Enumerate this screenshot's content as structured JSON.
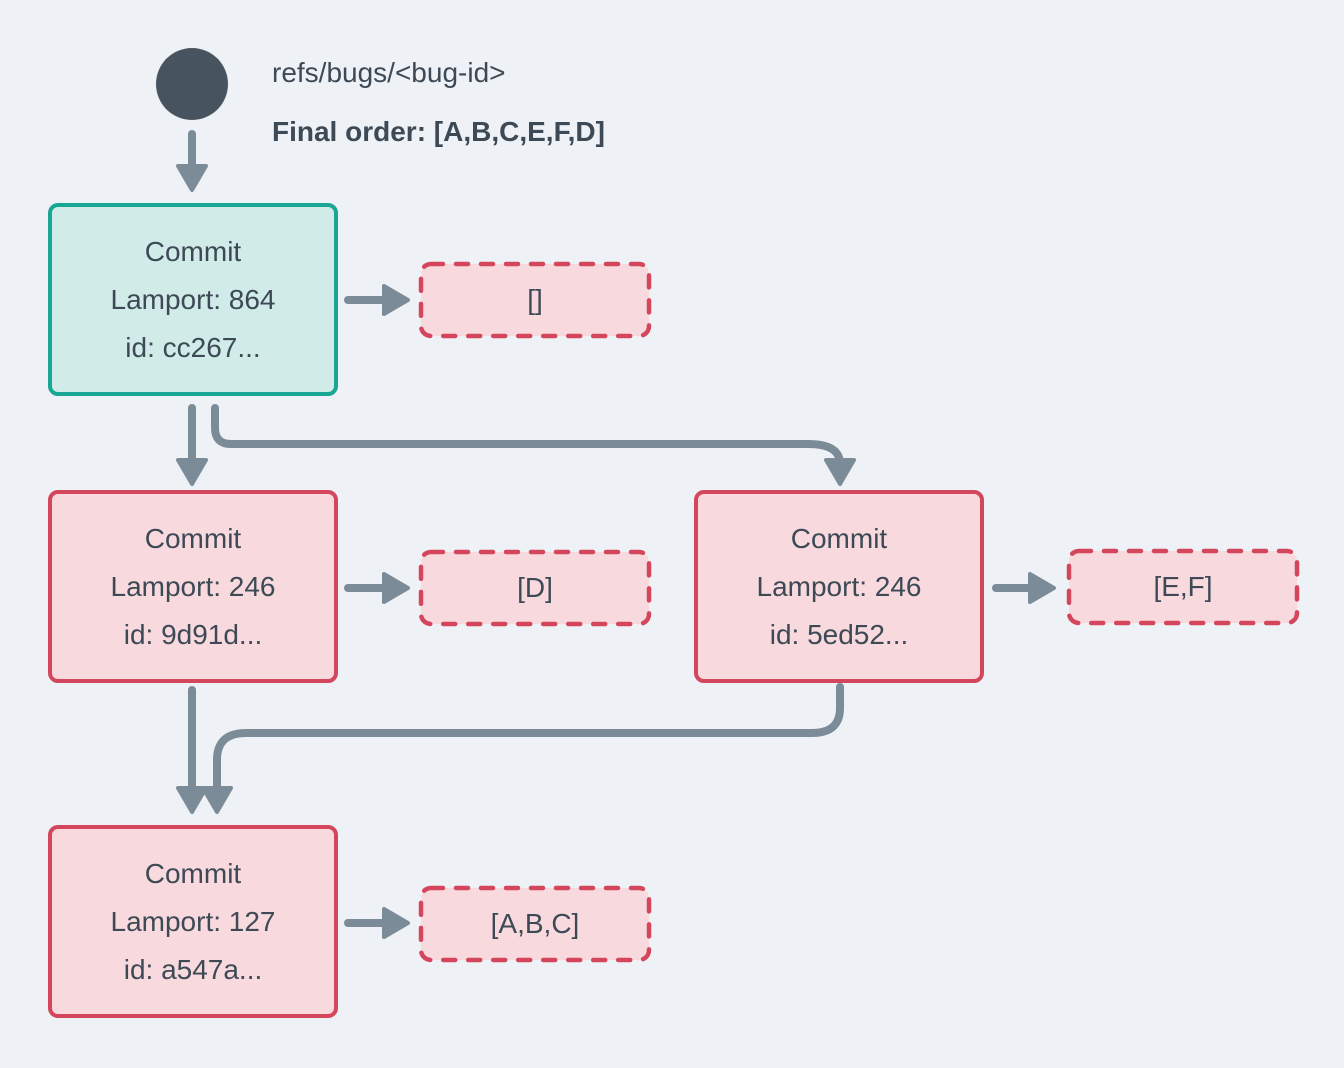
{
  "header": {
    "ref_label": "refs/bugs/<bug-id>",
    "final_order": "Final order: [A,B,C,E,F,D]"
  },
  "colors": {
    "bg": "#eef1f5",
    "arrow": "#7c8b98",
    "text": "#3d4a56",
    "circle": "#47545f",
    "teal_border": "#19a694",
    "teal_fill": "#d0ebe8",
    "pink_border": "#d4465c",
    "pink_fill": "#f8d9dd"
  },
  "nodes": [
    {
      "variant": "teal",
      "title": "Commit",
      "lamport": "Lamport: 864",
      "commit_id": "id: cc267...",
      "ops": "[]"
    },
    {
      "variant": "pink",
      "title": "Commit",
      "lamport": "Lamport: 246",
      "commit_id": "id: 9d91d...",
      "ops": "[D]"
    },
    {
      "variant": "pink",
      "title": "Commit",
      "lamport": "Lamport: 246",
      "commit_id": "id: 5ed52...",
      "ops": "[E,F]"
    },
    {
      "variant": "pink",
      "title": "Commit",
      "lamport": "Lamport: 127",
      "commit_id": "id: a547a...",
      "ops": "[A,B,C]"
    }
  ]
}
